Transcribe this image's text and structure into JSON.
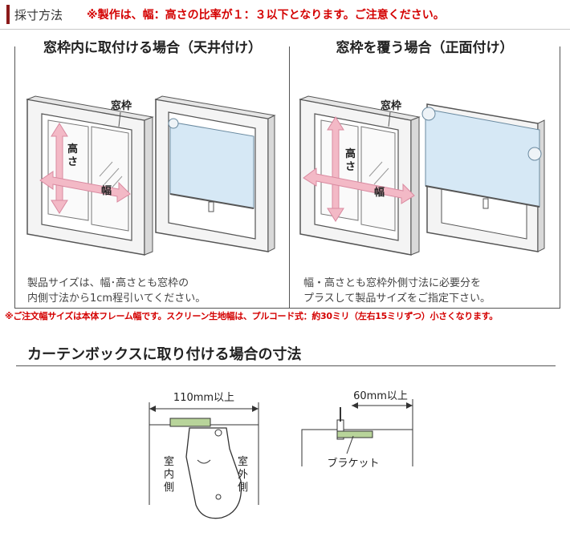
{
  "header": {
    "title": "採寸方法",
    "note": "※製作は、幅：高さの比率が１：３以下となります。ご注意ください。"
  },
  "panel_left": {
    "title": "窓枠内に取付ける場合（天井付け）",
    "frame_label": "窓枠",
    "height_label": "高さ",
    "width_label": "幅",
    "desc_line1": "製品サイズは、幅･高さとも窓枠の",
    "desc_line2": "内側寸法から1cm程引いてください。"
  },
  "panel_right": {
    "title": "窓枠を覆う場合（正面付け）",
    "frame_label": "窓枠",
    "height_label": "高さ",
    "width_label": "幅",
    "desc_line1": "幅・高さとも窓枠外側寸法に必要分を",
    "desc_line2": "プラスして製品サイズをご指定下さい。"
  },
  "warning": "※ご注文幅サイズは本体フレーム幅です。スクリーン生地幅は、プルコード式：約30ミリ（左右15ミリずつ）小さくなります。",
  "curtain_box": {
    "title": "カーテンボックスに取り付ける場合の寸法",
    "left_dim": "110mm以上",
    "indoor_label": "室内側",
    "outdoor_label": "室外側",
    "right_dim": "60mm以上",
    "bracket_label": "ブラケット"
  },
  "colors": {
    "accent_red": "#d40000",
    "header_bar": "#8b1a1a",
    "arrow_pink": "#f3b9c6",
    "screen_blue": "#d6e8f5",
    "bracket_green": "#b8d49a"
  }
}
